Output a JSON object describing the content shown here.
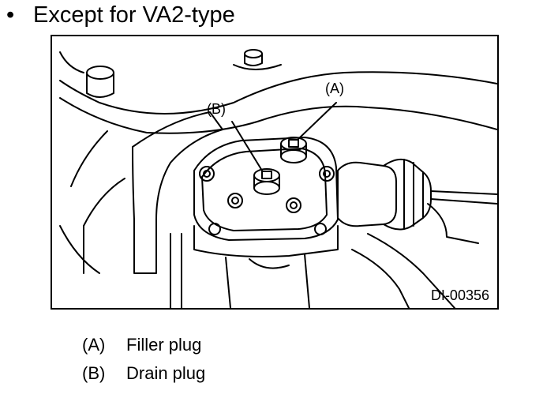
{
  "heading": {
    "bullet": "•",
    "text": "Except for VA2-type"
  },
  "figure": {
    "callout_a": "(A)",
    "callout_b": "(B)",
    "figure_id": "DI-00356"
  },
  "legend": [
    {
      "key": "(A)",
      "label": "Filler plug"
    },
    {
      "key": "(B)",
      "label": "Drain plug"
    }
  ]
}
